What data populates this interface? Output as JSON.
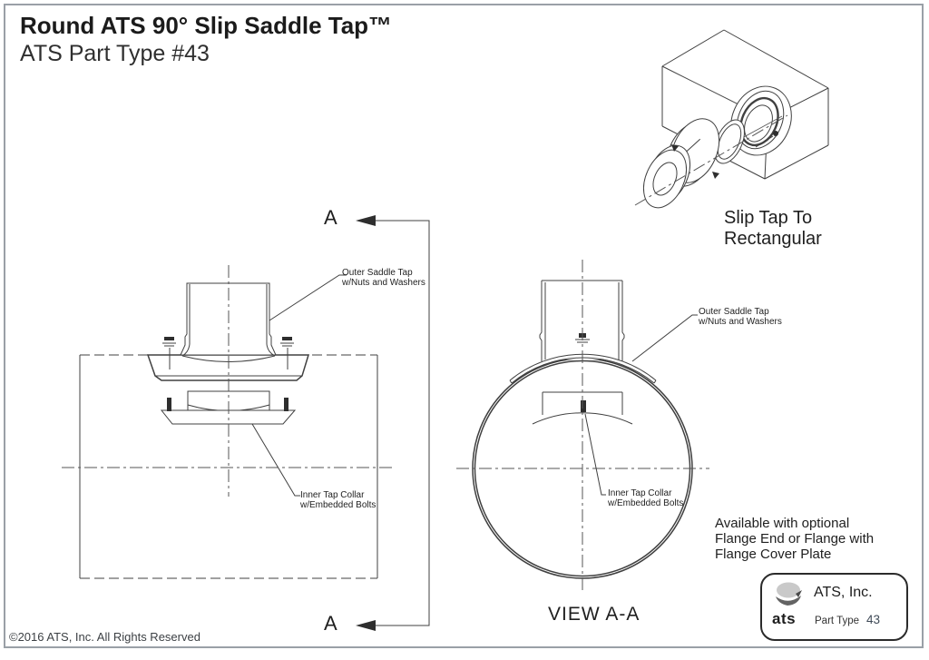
{
  "page": {
    "title": "Round ATS 90° Slip Saddle Tap™",
    "subtitle": "ATS Part Type #43",
    "copyright": "©2016 ATS, Inc. All Rights Reserved"
  },
  "isometric": {
    "caption_line1": "Slip Tap To",
    "caption_line2": "Rectangular"
  },
  "front_view": {
    "section_letter_top": "A",
    "section_letter_bottom": "A",
    "outer_label_line1": "Outer Saddle Tap",
    "outer_label_line2": "w/Nuts and Washers",
    "inner_label_line1": "Inner Tap Collar",
    "inner_label_line2": "w/Embedded Bolts"
  },
  "section_view": {
    "caption": "VIEW A-A",
    "outer_label_line1": "Outer Saddle Tap",
    "outer_label_line2": "w/Nuts and Washers",
    "inner_label_line1": "Inner Tap Collar",
    "inner_label_line2": "w/Embedded Bolts"
  },
  "notes": {
    "line1": "Available with optional",
    "line2": "Flange End or Flange with",
    "line3": "Flange Cover Plate"
  },
  "logo_box": {
    "logo_text": "ats",
    "company": "ATS, Inc.",
    "part_type_label": "Part Type",
    "part_type_value": "43"
  },
  "colors": {
    "line": "#404040",
    "text": "#242424",
    "page_border": "#9aa0a7"
  }
}
